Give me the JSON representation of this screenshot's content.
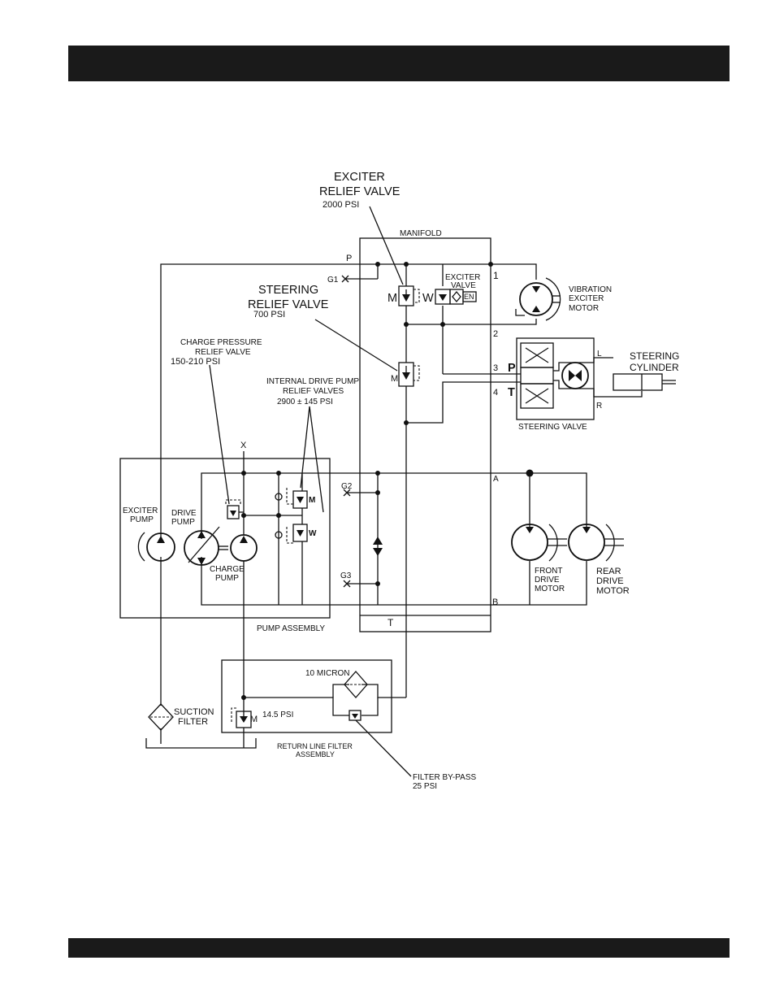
{
  "labels": {
    "exciter_relief": "EXCITER",
    "exciter_relief2": "RELIEF VALVE",
    "exciter_relief_psi": "2000 PSI",
    "manifold": "MANIFOLD",
    "p_port": "P",
    "g1": "G1",
    "port1": "1",
    "port2": "2",
    "port3": "3",
    "port4": "4",
    "m_exciter": "M",
    "w_exciter": "W",
    "exciter_valve": "EXCITER",
    "exciter_valve2": "VALVE",
    "vibration_motor": "VIBRATION",
    "vibration_motor2": "EXCITER",
    "vibration_motor3": "MOTOR",
    "steering_relief": "STEERING",
    "steering_relief2": "RELIEF VALVE",
    "steering_relief_psi": "700 PSI",
    "m_steer": "M",
    "valve_p": "P",
    "valve_t": "T",
    "cyl_l": "L",
    "cyl_r": "R",
    "steering_cyl": "STEERING",
    "steering_cyl2": "CYLINDER",
    "steering_valve": "STEERING VALVE",
    "charge_relief": "CHARGE PRESSURE",
    "charge_relief2": "RELIEF VALVE",
    "charge_relief_psi": "150-210 PSI",
    "internal_relief": "INTERNAL DRIVE PUMP",
    "internal_relief2": "RELIEF VALVES",
    "internal_relief_psi": "2900 ± 145 PSI",
    "x_port": "X",
    "g2": "G2",
    "g3": "G3",
    "port_a": "A",
    "port_b": "B",
    "port_t": "T",
    "exciter_pump": "EXCITER",
    "exciter_pump2": "PUMP",
    "drive_pump": "DRIVE",
    "drive_pump2": "PUMP",
    "charge_pump": "CHARGE",
    "charge_pump2": "PUMP",
    "m_internal": "M",
    "w_internal": "W",
    "front_motor": "FRONT",
    "front_motor2": "DRIVE",
    "front_motor3": "MOTOR",
    "rear_motor": "REAR",
    "rear_motor2": "DRIVE",
    "rear_motor3": "MOTOR",
    "pump_assembly": "PUMP ASSEMBLY",
    "micron": "10 MICRON",
    "return_psi": "14.5 PSI",
    "m_return": "M",
    "suction": "SUCTION",
    "suction2": "FILTER",
    "return_filter": "RETURN LINE FILTER",
    "return_filter2": "ASSEMBLY",
    "bypass": "FILTER BY-PASS",
    "bypass_psi": "25 PSI"
  }
}
